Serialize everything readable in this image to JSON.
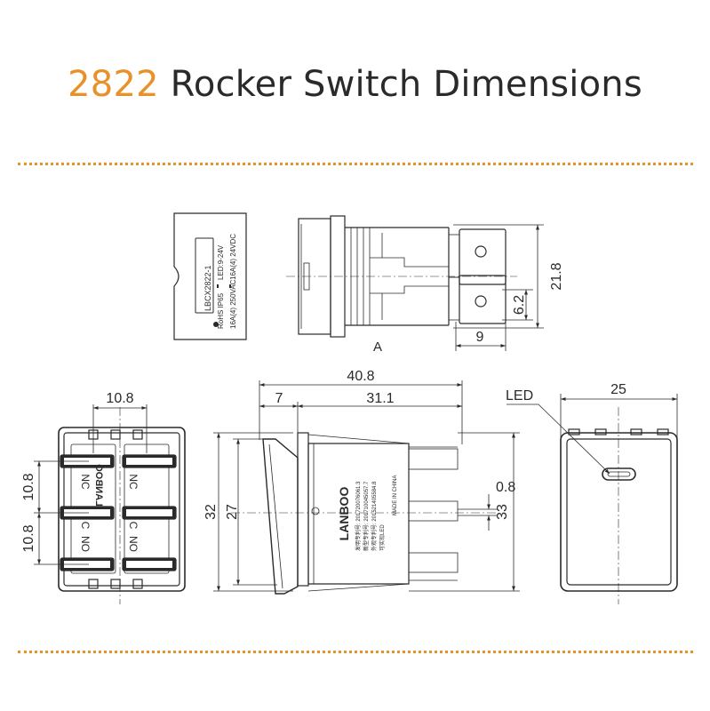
{
  "title": {
    "number": "2822",
    "text": "Rocker Switch Dimensions"
  },
  "colors": {
    "accent": "#e8912a",
    "line": "#2a2a2a"
  },
  "label_plate": {
    "model": "LBCX2822-1",
    "line1_left": "RoHS IP65",
    "line1_right": "LED:9-24V",
    "line2_left": "16A(4) 250VAC",
    "line2_right": "16A(4) 24VDC"
  },
  "top_view": {
    "view_label": "A",
    "dim_height": "21.8",
    "dim_pin_pitch": "6.2",
    "dim_pin_width": "9"
  },
  "bottom_view": {
    "dim_top": "10.8",
    "dim_left_upper": "10.8",
    "dim_left_lower": "10.8",
    "contact_labels": [
      "NC",
      "NC",
      "C",
      "C",
      "NO",
      "NO"
    ],
    "brand_mirrored": "LANBOO"
  },
  "side_view": {
    "dim_overall_length": "40.8",
    "dim_rocker": "7",
    "dim_body": "31.1",
    "dim_height_outer": "32",
    "dim_height_inner": "27",
    "dim_height_right": "33",
    "dim_pin_thickness": "0.8",
    "brand": "LANBOO",
    "patent_lines": [
      "发明专利号: 201720076061.3",
      "新型专利号: 201710045057.7",
      "外观专利号: 201521405584.8",
      "可实现LED"
    ],
    "made_in": "MADE IN CHINA"
  },
  "front_view": {
    "led_label": "LED",
    "dim_width": "25"
  }
}
